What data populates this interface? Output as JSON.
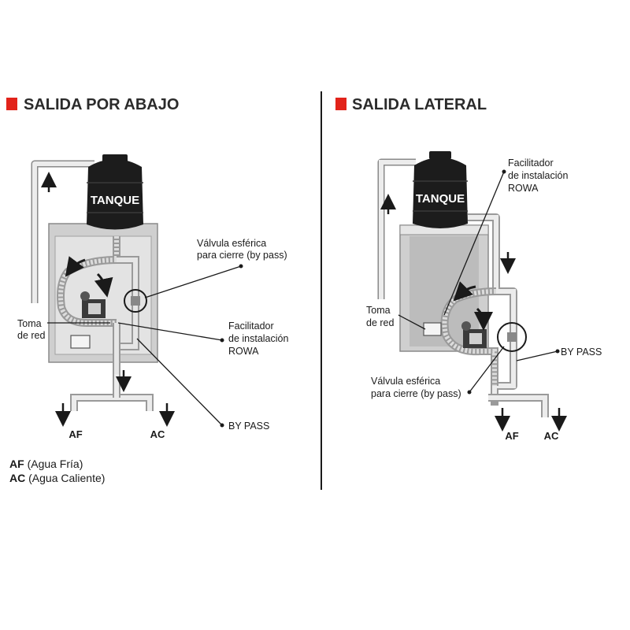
{
  "colors": {
    "accent": "#e2231a",
    "tank": "#1c1c1c",
    "pipe": "#d4d4d4",
    "box": "#c9c9c9"
  },
  "left": {
    "heading": "SALIDA POR ABAJO",
    "tank_label": "TANQUE",
    "callouts": {
      "valve_line1": "Válvula esférica",
      "valve_line2": "para cierre (by pass)",
      "facilitator_line1": "Facilitador",
      "facilitator_line2": "de instalación",
      "facilitator_line3": "ROWA",
      "bypass": "BY PASS",
      "toma_line1": "Toma",
      "toma_line2": "de red"
    },
    "outlets": {
      "af": "AF",
      "ac": "AC"
    }
  },
  "right": {
    "heading": "SALIDA LATERAL",
    "tank_label": "TANQUE",
    "callouts": {
      "facilitator_line1": "Facilitador",
      "facilitator_line2": "de instalación",
      "facilitator_line3": "ROWA",
      "bypass": "BY PASS",
      "valve_line1": "Válvula esférica",
      "valve_line2": "para cierre (by pass)",
      "toma_line1": "Toma",
      "toma_line2": "de red"
    },
    "outlets": {
      "af": "AF",
      "ac": "AC"
    }
  },
  "legend": {
    "af_abbr": "AF",
    "af_text": "(Agua Fría)",
    "ac_abbr": "AC",
    "ac_text": "(Agua Caliente)"
  }
}
